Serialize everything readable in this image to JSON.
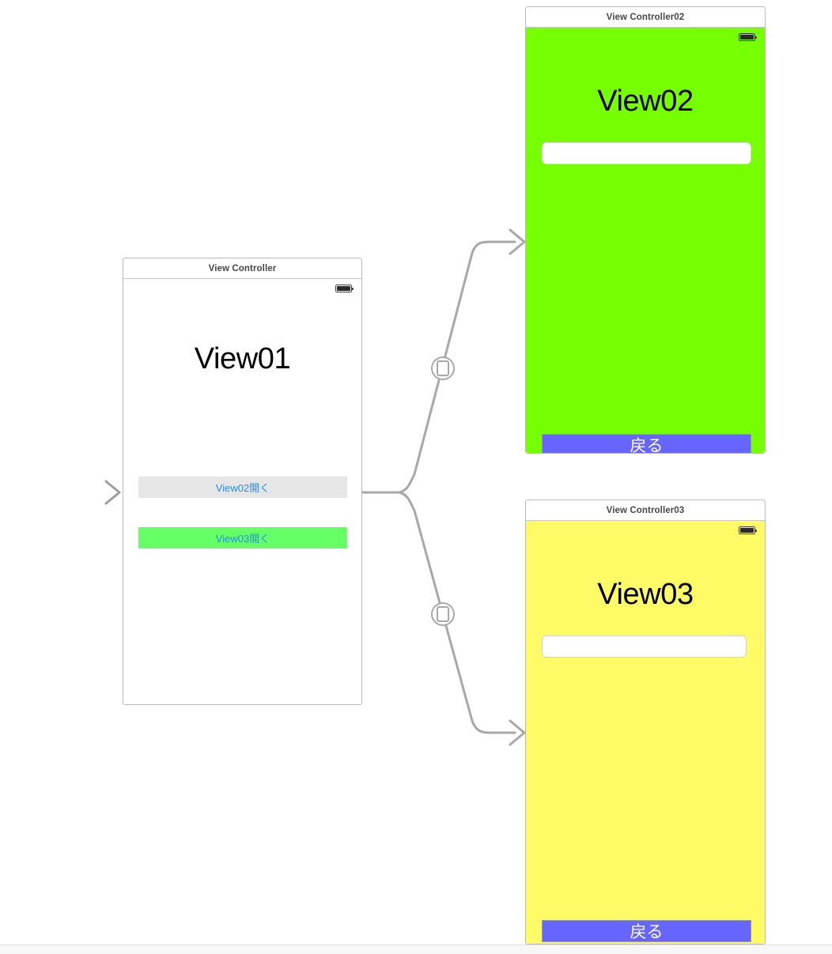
{
  "editor": {
    "name": "storyboard-canvas",
    "background": "#ffffff",
    "gutter_color": "#f7f7f7"
  },
  "colors": {
    "scene_border": "#b9b9b9",
    "scene_title_text": "#474747",
    "wire": "#a8a8a8",
    "view02_bg": "#76ff03",
    "view03_bg": "#fffb66",
    "back_button_bg": "#6666ff",
    "back_button_text": "#ffffff",
    "button_view02_bg": "#e6e6e6",
    "button_view03_bg": "#66ff66",
    "button_link_text": "#1c8fff",
    "textfield_bg": "#ffffff"
  },
  "scenes": [
    {
      "id": "view-controller-01",
      "title": "View Controller",
      "background": "#ffffff",
      "heading": "View01",
      "status_icon": "battery-icon",
      "buttons": [
        {
          "id": "open-view02-button",
          "label": "View02開く"
        },
        {
          "id": "open-view03-button",
          "label": "View03開く"
        }
      ]
    },
    {
      "id": "view-controller-02",
      "title": "View Controller02",
      "background": "#76ff03",
      "heading": "View02",
      "status_icon": "battery-icon",
      "textfield": {
        "id": "view02-textfield",
        "value": "",
        "placeholder": ""
      },
      "back_button": {
        "id": "view02-back-button",
        "label": "戻る"
      }
    },
    {
      "id": "view-controller-03",
      "title": "View Controller03",
      "background": "#fffb66",
      "heading": "View03",
      "status_icon": "battery-icon",
      "textfield": {
        "id": "view03-textfield",
        "value": "",
        "placeholder": ""
      },
      "back_button": {
        "id": "view03-back-button",
        "label": "戻る"
      }
    }
  ],
  "connections": [
    {
      "id": "initial-view-controller-arrow",
      "type": "entry-point",
      "icon": "arrow-right-icon",
      "target": "view-controller-01"
    },
    {
      "id": "segue-view01-to-view02",
      "type": "present-modally",
      "icon": "modal-segue-icon",
      "source": "view-controller-01",
      "target": "view-controller-02"
    },
    {
      "id": "segue-view01-to-view03",
      "type": "present-modally",
      "icon": "modal-segue-icon",
      "source": "view-controller-01",
      "target": "view-controller-03"
    }
  ]
}
